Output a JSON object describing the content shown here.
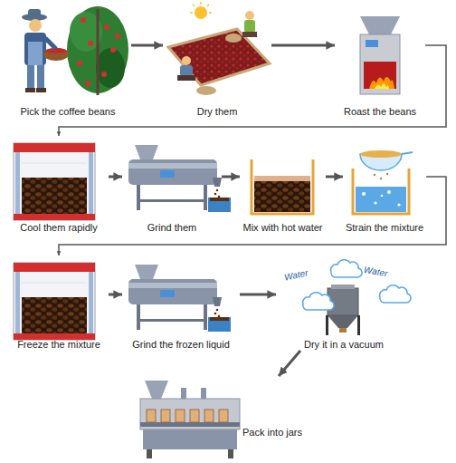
{
  "diagram": {
    "nodes": [
      {
        "text": [
          "Pick the coffee beans"
        ]
      },
      {
        "text": [
          "Dry them"
        ]
      },
      {
        "text": [
          "Roast the beans"
        ]
      },
      {
        "text": [
          "Cool them rapidly"
        ]
      },
      {
        "text": [
          "Grind them"
        ]
      },
      {
        "text": [
          "Mix with hot water"
        ]
      },
      {
        "text": [
          "Strain the mixture"
        ]
      },
      {
        "text": [
          "Freeze the mixture"
        ]
      },
      {
        "text": [
          "Grind the frozen liquid"
        ]
      },
      {
        "text": [
          "Dry it in a vacuum"
        ]
      },
      {
        "text": [
          "Pack into jars"
        ]
      }
    ],
    "edges": [
      {
        "from": 0,
        "to": 1,
        "arrow": "to"
      },
      {
        "from": 1,
        "to": 2,
        "arrow": "to"
      },
      {
        "from": 2,
        "to": 3,
        "arrow": "to"
      },
      {
        "from": 3,
        "to": 4,
        "arrow": "to"
      },
      {
        "from": 4,
        "to": 5,
        "arrow": "to"
      },
      {
        "from": 5,
        "to": 6,
        "arrow": "to"
      },
      {
        "from": 6,
        "to": 7,
        "arrow": "to"
      },
      {
        "from": 7,
        "to": 8,
        "arrow": "to"
      },
      {
        "from": 8,
        "to": 9,
        "arrow": "to"
      },
      {
        "from": 9,
        "to": 10,
        "arrow": "to"
      }
    ],
    "labels": [
      "Water",
      "Water"
    ]
  }
}
